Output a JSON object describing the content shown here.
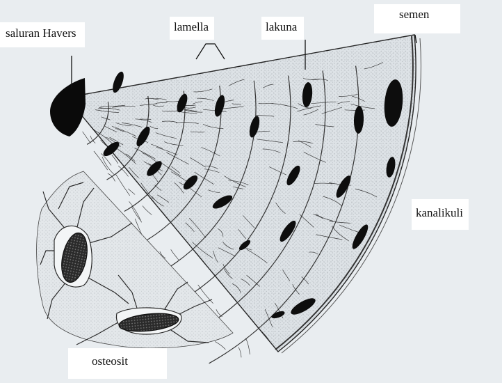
{
  "labels": {
    "haversian_canal": "saluran Havers",
    "lamella": "lamella",
    "lacuna": "lakuna",
    "cement": "semen",
    "canaliculi": "kanalikuli",
    "osteocyte": "osteosit"
  },
  "colors": {
    "paper": "#e9edf0",
    "ink": "#111111",
    "stipple": "#8a8f94",
    "label_bg": "#ffffff"
  }
}
